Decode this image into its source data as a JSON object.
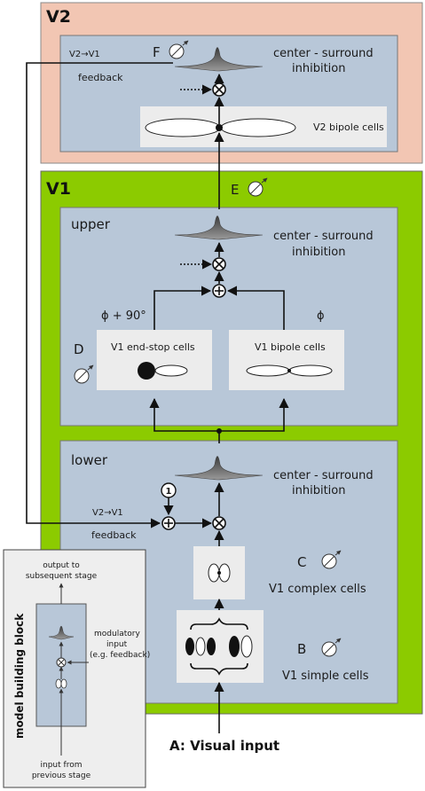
{
  "v2": {
    "title": "V2",
    "feedback_arrow": "V2→V1",
    "feedback_label": "feedback",
    "letter": "F",
    "csi_line1": "center - surround",
    "csi_line2": "inhibition",
    "bipole_label": "V2 bipole cells"
  },
  "v1": {
    "title": "V1",
    "letter": "E",
    "upper": {
      "title": "upper",
      "csi_line1": "center - surround",
      "csi_line2": "inhibition",
      "phase_left": "ϕ + 90°",
      "phase_right": "ϕ",
      "letter": "D",
      "endstop_label": "V1 end-stop cells",
      "bipole_label": "V1 bipole cells"
    },
    "lower": {
      "title": "lower",
      "csi_line1": "center - surround",
      "csi_line2": "inhibition",
      "one_symbol": "1",
      "feedback_arrow": "V2→V1",
      "feedback_label": "feedback",
      "letter_c": "C",
      "complex_label": "V1 complex cells",
      "letter_b": "B",
      "simple_label": "V1 simple cells"
    }
  },
  "legend": {
    "title": "model building block",
    "output_line1": "output to",
    "output_line2": "subsequent stage",
    "mod_line1": "modulatory",
    "mod_line2": "input",
    "mod_line3": "(e.g. feedback)",
    "input_line1": "input from",
    "input_line2": "previous stage"
  },
  "input_label": "A: Visual input",
  "colors": {
    "v2_bg": "#f2c6b3",
    "v1_bg": "#8ccb00",
    "panel_bg": "#b8c7d8",
    "cell_box": "#ececec",
    "legend_bg": "#eeeeee"
  }
}
